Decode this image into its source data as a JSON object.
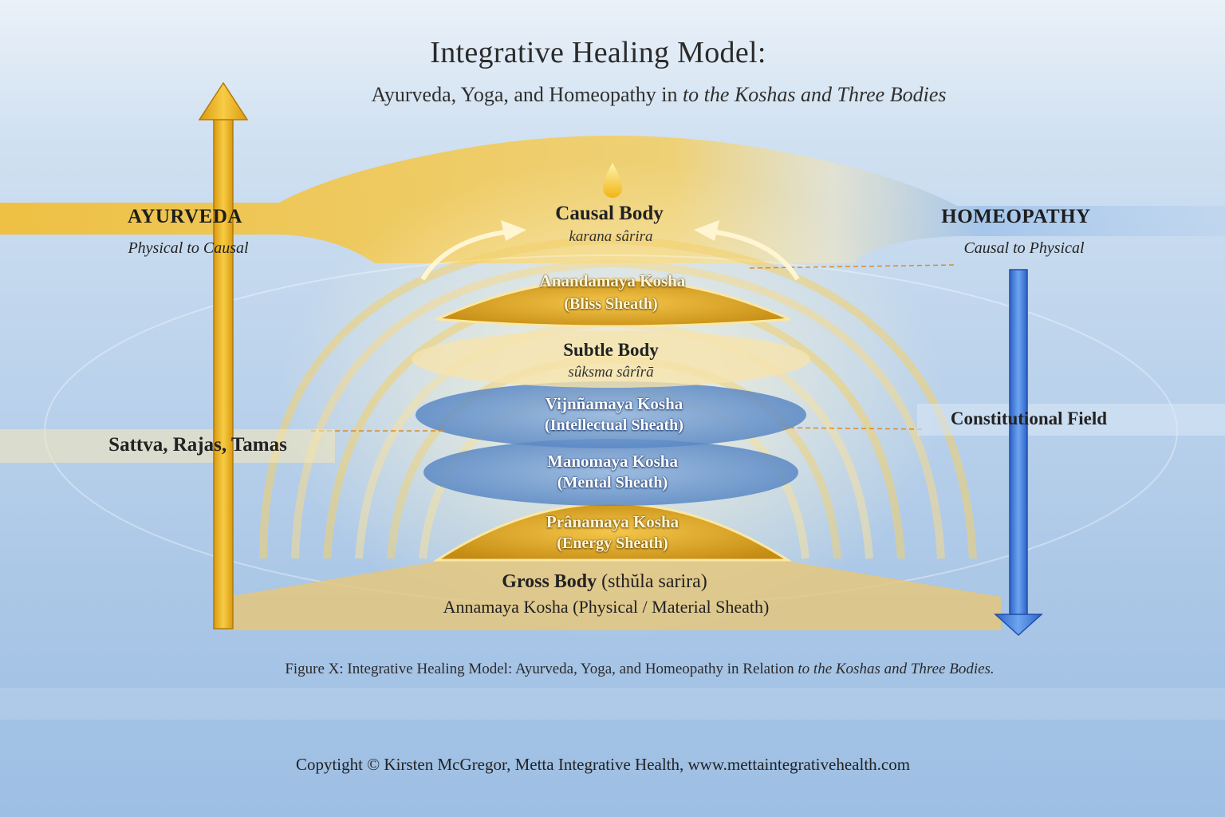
{
  "title": "Integrative Healing Model:",
  "subtitle": {
    "plain": "Ayurveda, Yoga, and Homeopathy in ",
    "italic": "to the Koshas and Three Bodies"
  },
  "left": {
    "label": "AYURVEDA",
    "sublabel": "Physical to Causal",
    "gunas": "Sattva, Rajas, Tamas",
    "arrow_direction": "up"
  },
  "right": {
    "label": "HOMEOPATHY",
    "sublabel": "Causal to Physical",
    "field": "Constitutional Field",
    "arrow_direction": "down"
  },
  "causal_body": {
    "title": "Causal Body",
    "sanskrit": "karana sârira"
  },
  "anandamaya": {
    "title": "Anandamaya Kosha",
    "sub": "(Bliss Sheath)"
  },
  "subtle_body": {
    "title": "Subtle Body",
    "sanskrit": "sûksma sârîrā"
  },
  "vijnanamaya": {
    "title": "Vijnñamaya Kosha",
    "sub": "(Intellectual Sheath)"
  },
  "manomaya": {
    "title": "Manomaya Kosha",
    "sub": "(Mental Sheath)"
  },
  "pranamaya": {
    "title": "Prânamaya Kosha",
    "sub": "(Energy Sheath)"
  },
  "gross_body": {
    "title": "Gross Body",
    "sanskrit": "(sthŭla sarira)",
    "sub": "Annamaya Kosha (Physical / Material Sheath)"
  },
  "caption": {
    "plain": "Figure X: Integrative Healing Model: Ayurveda, Yoga, and Homeopathy in Relation ",
    "italic": "to the Koshas and Three Bodies."
  },
  "copyright": "Copytight © Kirsten McGregor, Metta Integrative Health, www.mettaintegrativehealth.com",
  "colors": {
    "gold": "#e8ad22",
    "gold_light": "#f6d877",
    "blue": "#3f7ce0",
    "blue_light": "#a9c8ee",
    "sky": "#c3d8ee"
  }
}
